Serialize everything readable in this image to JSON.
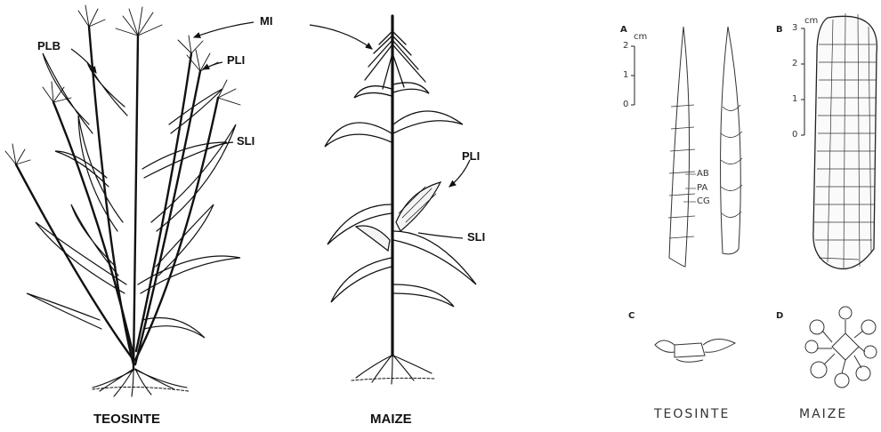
{
  "plants": {
    "teosinte_caption": "TEOSINTE",
    "maize_caption": "MAIZE",
    "labels": {
      "mi": "MI",
      "plb": "PLB",
      "pli_teosinte": "PLI",
      "sli_teosinte": "SLI",
      "pli_maize": "PLI",
      "sli_maize": "SLI"
    }
  },
  "ears": {
    "panel_a": "A",
    "panel_b": "B",
    "panel_c": "C",
    "panel_d": "D",
    "scale_a_unit": "cm",
    "scale_a_ticks": [
      "2",
      "1",
      "0"
    ],
    "scale_b_unit": "cm",
    "scale_b_ticks": [
      "3",
      "2",
      "1",
      "0"
    ],
    "callouts": [
      "AB",
      "PA",
      "CG"
    ],
    "teosinte_caption": "TEOSINTE",
    "maize_caption": "MAIZE"
  }
}
